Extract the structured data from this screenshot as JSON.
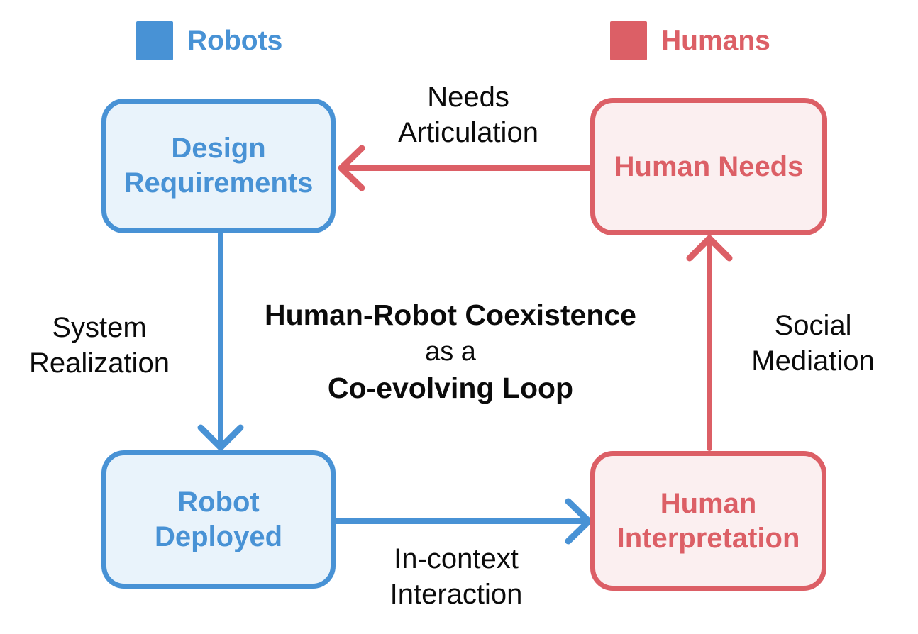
{
  "colors": {
    "blue": "#4892D5",
    "blue-fill": "#E9F3FB",
    "red": "#DC5F66",
    "red-fill": "#FBEFF0",
    "ink": "#0B0B0B",
    "bg": "#FFFFFF"
  },
  "legend": {
    "robots": {
      "label": "Robots",
      "color": "#4892D5"
    },
    "humans": {
      "label": "Humans",
      "color": "#DC5F66"
    }
  },
  "title": {
    "line1": "Human-Robot Coexistence",
    "line2": "as a",
    "line3": "Co-evolving Loop"
  },
  "nodes": {
    "design_requirements": {
      "label": "Design\nRequirements",
      "group": "Robots"
    },
    "human_needs": {
      "label": "Human Needs",
      "group": "Humans"
    },
    "robot_deployed": {
      "label": "Robot\nDeployed",
      "group": "Robots"
    },
    "human_interpretation": {
      "label": "Human\nInterpretation",
      "group": "Humans"
    }
  },
  "edges": {
    "needs_articulation": {
      "label": "Needs\nArticulation",
      "from": "Human Needs",
      "to": "Design Requirements",
      "color": "#DC5F66"
    },
    "system_realization": {
      "label": "System\nRealization",
      "from": "Design Requirements",
      "to": "Robot Deployed",
      "color": "#4892D5"
    },
    "in_context_interaction": {
      "label": "In-context\nInteraction",
      "from": "Robot Deployed",
      "to": "Human Interpretation",
      "color": "#4892D5"
    },
    "social_mediation": {
      "label": "Social\nMediation",
      "from": "Human Interpretation",
      "to": "Human Needs",
      "color": "#DC5F66"
    }
  }
}
